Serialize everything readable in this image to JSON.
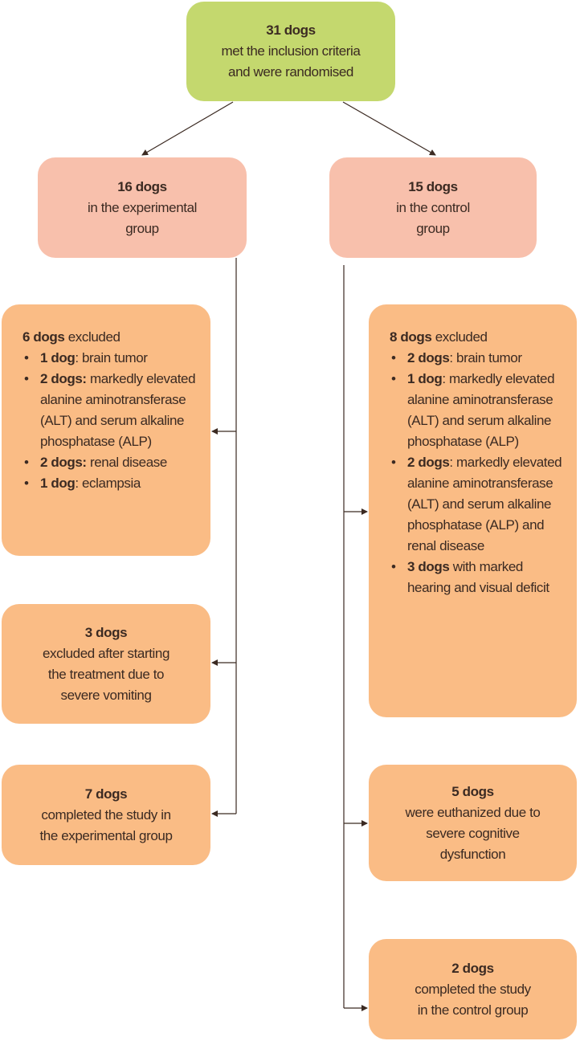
{
  "colors": {
    "randomised": "#c4d86e",
    "group": "#f8c0ac",
    "outcome": "#fabc85",
    "line": "#3b2a22"
  },
  "top": {
    "count": "31 dogs",
    "line1": "met the inclusion criteria",
    "line2": "and were randomised"
  },
  "experimental": {
    "count": "16 dogs",
    "line1": "in the experimental",
    "line2": "group"
  },
  "control": {
    "count": "15 dogs",
    "line1": "in the control",
    "line2": "group"
  },
  "exp_excluded": {
    "count": "6 dogs",
    "text": " excluded",
    "items": [
      {
        "bold": "1 dog",
        "text": ": brain tumor"
      },
      {
        "bold": "2 dogs:",
        "text": " markedly elevated alanine aminotransferase (ALT) and serum alkaline phosphatase (ALP)"
      },
      {
        "bold": "2 dogs:",
        "text": " renal disease"
      },
      {
        "bold": "1 dog",
        "text": ": eclampsia"
      }
    ]
  },
  "exp_vomiting": {
    "count": "3 dogs",
    "line1": "excluded after starting",
    "line2": "the treatment due to",
    "line3": "severe vomiting"
  },
  "exp_completed": {
    "count": "7 dogs",
    "line1": "completed the study in",
    "line2": "the experimental group"
  },
  "ctrl_excluded": {
    "count": "8 dogs",
    "text": " excluded",
    "items": [
      {
        "bold": "2 dogs",
        "text": ": brain tumor"
      },
      {
        "bold": "1 dog",
        "text": ": markedly elevated alanine aminotransferase (ALT) and serum alkaline phosphatase (ALP)"
      },
      {
        "bold": "2 dogs",
        "text": ": markedly elevated alanine aminotransferase (ALT) and serum alkaline phosphatase (ALP) and renal disease"
      },
      {
        "bold": "3 dogs",
        "text": " with marked hearing and visual deficit"
      }
    ]
  },
  "ctrl_euthanized": {
    "count": "5 dogs",
    "line1": "were euthanized due to",
    "line2": "severe cognitive",
    "line3": "dysfunction"
  },
  "ctrl_completed": {
    "count": "2 dogs",
    "line1": "completed the study",
    "line2": "in the control group"
  }
}
